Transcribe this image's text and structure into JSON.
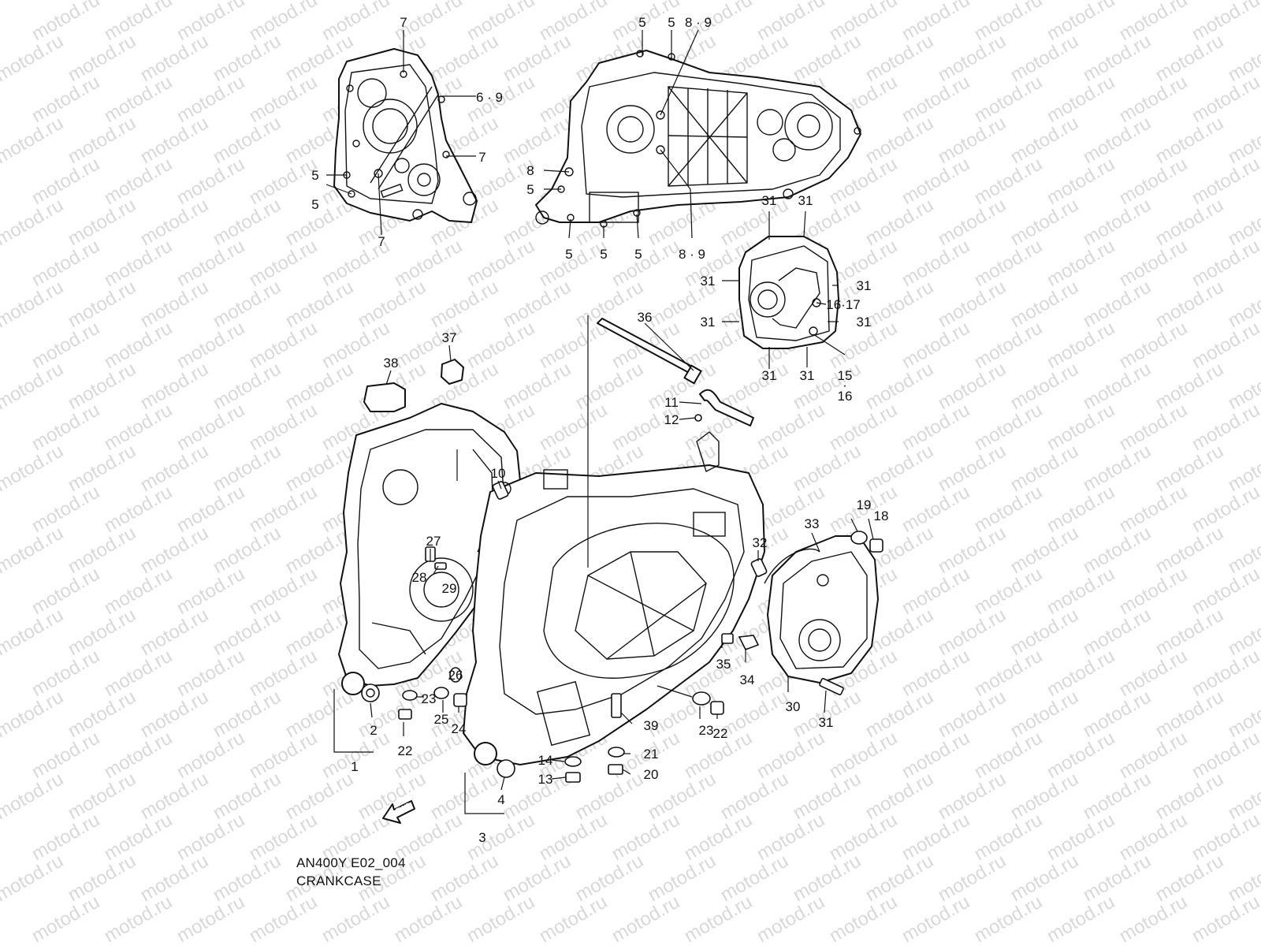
{
  "watermark": "motod.ru",
  "caption": {
    "model_code": "AN400Y E02_004",
    "title": "CRANKCASE"
  },
  "fwd_label": "FWD",
  "callouts": [
    "7",
    "6 · 9",
    "7",
    "5",
    "5",
    "7",
    "5",
    "5",
    "8 · 9",
    "8",
    "5",
    "5",
    "5",
    "5",
    "8 · 9",
    "31",
    "31",
    "31",
    "31",
    "16·17",
    "31",
    "31",
    "31",
    "31",
    "15",
    "·",
    "16",
    "36",
    "37",
    "38",
    "11",
    "12",
    "10",
    "27",
    "28",
    "29",
    "26",
    "23",
    "25",
    "24",
    "2",
    "22",
    "1",
    "33",
    "19",
    "18",
    "32",
    "35",
    "34",
    "30",
    "31",
    "39",
    "23",
    "22",
    "14",
    "21",
    "13",
    "20",
    "4",
    "3"
  ],
  "colors": {
    "line": "#111111",
    "watermark": "#d8d8d8",
    "background": "#ffffff"
  }
}
